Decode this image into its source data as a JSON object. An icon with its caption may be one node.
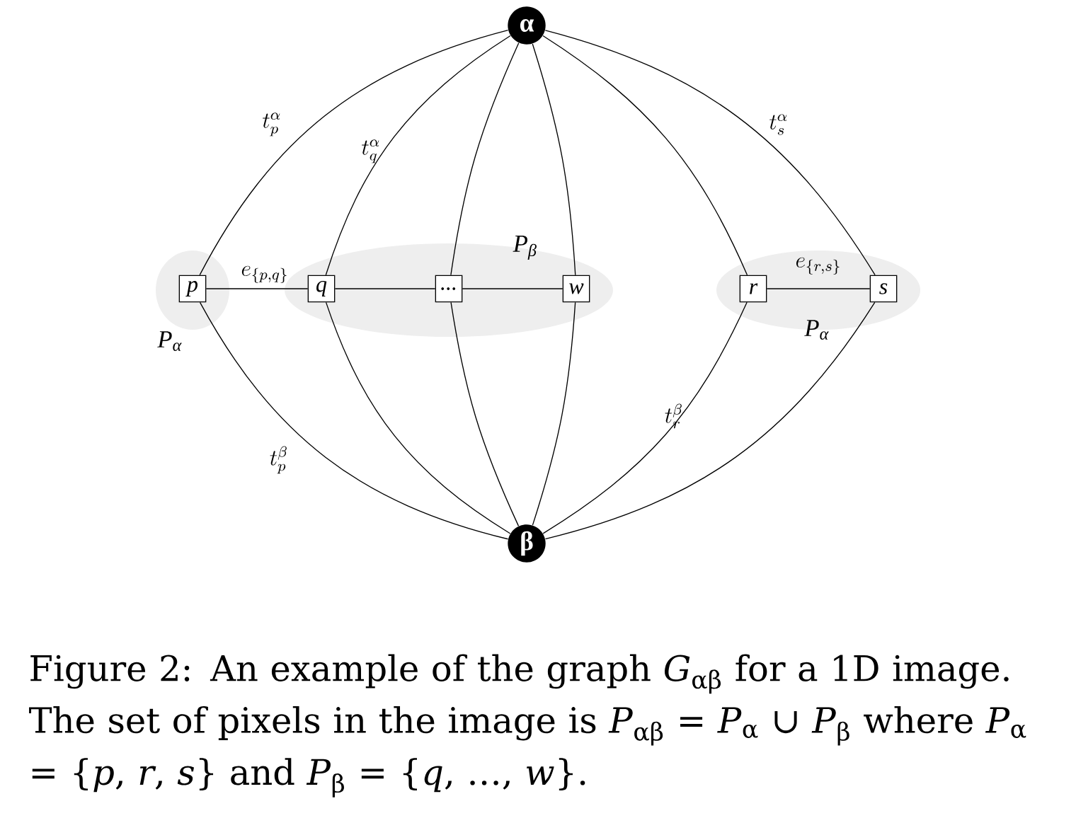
{
  "diagram": {
    "caption": "Figure 2: An example of the graph *G*$_{αβ}$ for a 1D image. The set of pixels in the image is *P*$_{αβ}$ = *P*$_{α}$ ∪ *P*$_{β}$ where *P*$_{α}$ = {*p*, *r*, *s*} and *P*$_{β}$ = {*q*, …, *w*}.",
    "nodes": [
      {
        "text": [
          "α"
        ]
      },
      {
        "text": [
          "P$_{α}$"
        ]
      },
      {
        "text": [
          "p"
        ],
        "in": 1
      },
      {
        "text": [
          "P$_{β}$"
        ]
      },
      {
        "text": [
          "q"
        ],
        "in": 3
      },
      {
        "text": [
          "..."
        ],
        "in": 3
      },
      {
        "text": [
          "w"
        ],
        "in": 3
      },
      {
        "text": [
          "P$_{α}$"
        ]
      },
      {
        "text": [
          "r"
        ],
        "in": 7
      },
      {
        "text": [
          "s"
        ],
        "in": 7
      },
      {
        "text": [
          "β"
        ]
      }
    ],
    "edges": [
      {
        "from": 0,
        "to": 2,
        "arrow": "none",
        "label": "t_p^\\alpha"
      },
      {
        "from": 0,
        "to": 4,
        "arrow": "none",
        "label": "t_q^\\alpha"
      },
      {
        "from": 0,
        "to": 5,
        "arrow": "none"
      },
      {
        "from": 0,
        "to": 6,
        "arrow": "none"
      },
      {
        "from": 0,
        "to": 8,
        "arrow": "none"
      },
      {
        "from": 0,
        "to": 9,
        "arrow": "none",
        "label": "t_s^\\alpha"
      },
      {
        "from": 10,
        "to": 2,
        "arrow": "none",
        "label": "t_p^\\beta"
      },
      {
        "from": 10,
        "to": 4,
        "arrow": "none"
      },
      {
        "from": 10,
        "to": 5,
        "arrow": "none"
      },
      {
        "from": 10,
        "to": 6,
        "arrow": "none"
      },
      {
        "from": 10,
        "to": 8,
        "arrow": "none",
        "label": "t_r^\\beta"
      },
      {
        "from": 10,
        "to": 9,
        "arrow": "none"
      },
      {
        "from": 2,
        "to": 4,
        "arrow": "none",
        "label": "e_{\\{p,q\\}}"
      },
      {
        "from": 4,
        "to": 5,
        "arrow": "none"
      },
      {
        "from": 5,
        "to": 6,
        "arrow": "none"
      },
      {
        "from": 8,
        "to": 9,
        "arrow": "none",
        "label": "e_{\\{r,s\\}}"
      }
    ]
  }
}
